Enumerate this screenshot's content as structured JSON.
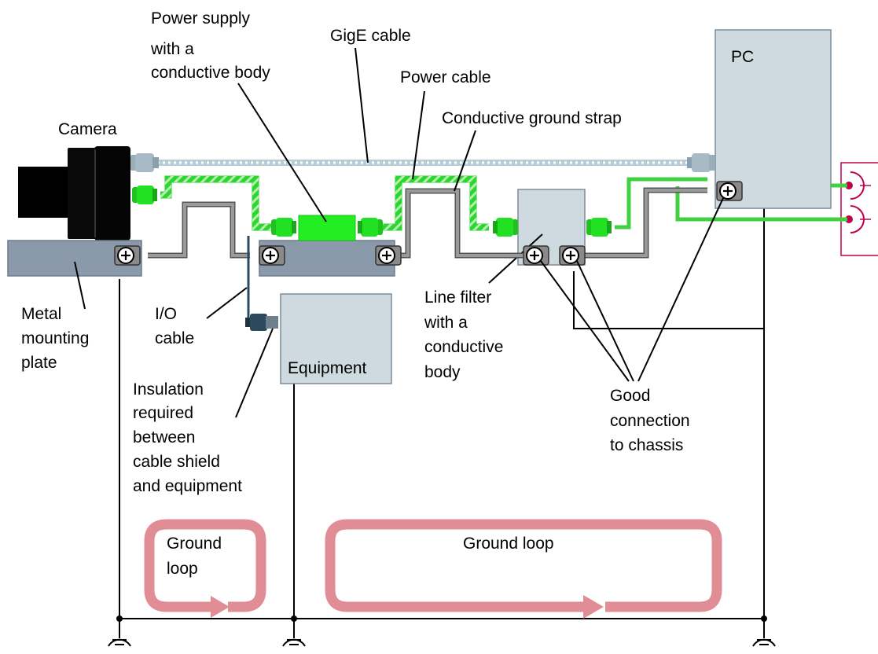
{
  "labels": {
    "power_supply": [
      "Power supply",
      "with a",
      "conductive body"
    ],
    "gige_cable": "GigE cable",
    "power_cable": "Power cable",
    "ground_strap": "Conductive ground strap",
    "pc": "PC",
    "camera": "Camera",
    "metal_plate": [
      "Metal",
      "mounting",
      "plate"
    ],
    "io_cable": [
      "I/O",
      "cable"
    ],
    "line_filter": [
      "Line filter",
      "with a",
      "conductive",
      "body"
    ],
    "equipment": "Equipment",
    "insulation": [
      "Insulation",
      "required",
      "between",
      "cable shield",
      "and equipment"
    ],
    "good_connection": [
      "Good",
      "connection",
      "to chassis"
    ],
    "ground_loop_left": [
      "Ground",
      "loop"
    ],
    "ground_loop_right": "Ground loop"
  },
  "colors": {
    "gige": "#b8ccd8",
    "power_cable": "#40d040",
    "power_supply_body": "#22ee22",
    "ground_strap": "#8c8c8c",
    "plate": "#8899aa",
    "box": "#ced9e0",
    "loop": "#e08d96",
    "outlet": "#c0004a"
  }
}
